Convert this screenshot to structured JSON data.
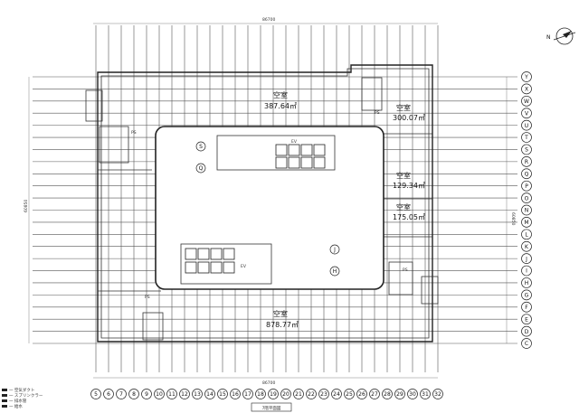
{
  "rooms": [
    {
      "label": "空室",
      "area": "387.64㎡"
    },
    {
      "label": "空室",
      "area": "300.07㎡"
    },
    {
      "label": "空室",
      "area": "129.34㎡"
    },
    {
      "label": "空室",
      "area": "175.05㎡"
    },
    {
      "label": "空室",
      "area": "878.77㎡"
    }
  ],
  "column_labels": [
    "5",
    "6",
    "7",
    "8",
    "9",
    "10",
    "11",
    "12",
    "13",
    "14",
    "15",
    "16",
    "17",
    "18",
    "19",
    "20",
    "21",
    "22",
    "23",
    "24",
    "25",
    "26",
    "27",
    "28",
    "29",
    "30",
    "31",
    "32"
  ],
  "row_labels": [
    "Y",
    "X",
    "W",
    "V",
    "U",
    "T",
    "S",
    "R",
    "Q",
    "P",
    "O",
    "N",
    "M",
    "L",
    "K",
    "J",
    "I",
    "H",
    "G",
    "F",
    "E",
    "D",
    "C"
  ],
  "interior_markers": [
    "S",
    "Q",
    "J",
    "H"
  ],
  "core_labels": [
    "EV",
    "EV"
  ],
  "stair_labels": [
    "PS",
    "PS",
    "PS",
    "PS"
  ],
  "caption": "7階平面図",
  "top_dimension": "86700",
  "bottom_dimension": "86700",
  "left_dimension": "60850",
  "right_dimension": "60850",
  "legend": [
    "一 空気ダクト",
    "一 スプリンクラー",
    "一 排水管",
    "一 給水"
  ],
  "compass_icon": "north-arrow-icon"
}
